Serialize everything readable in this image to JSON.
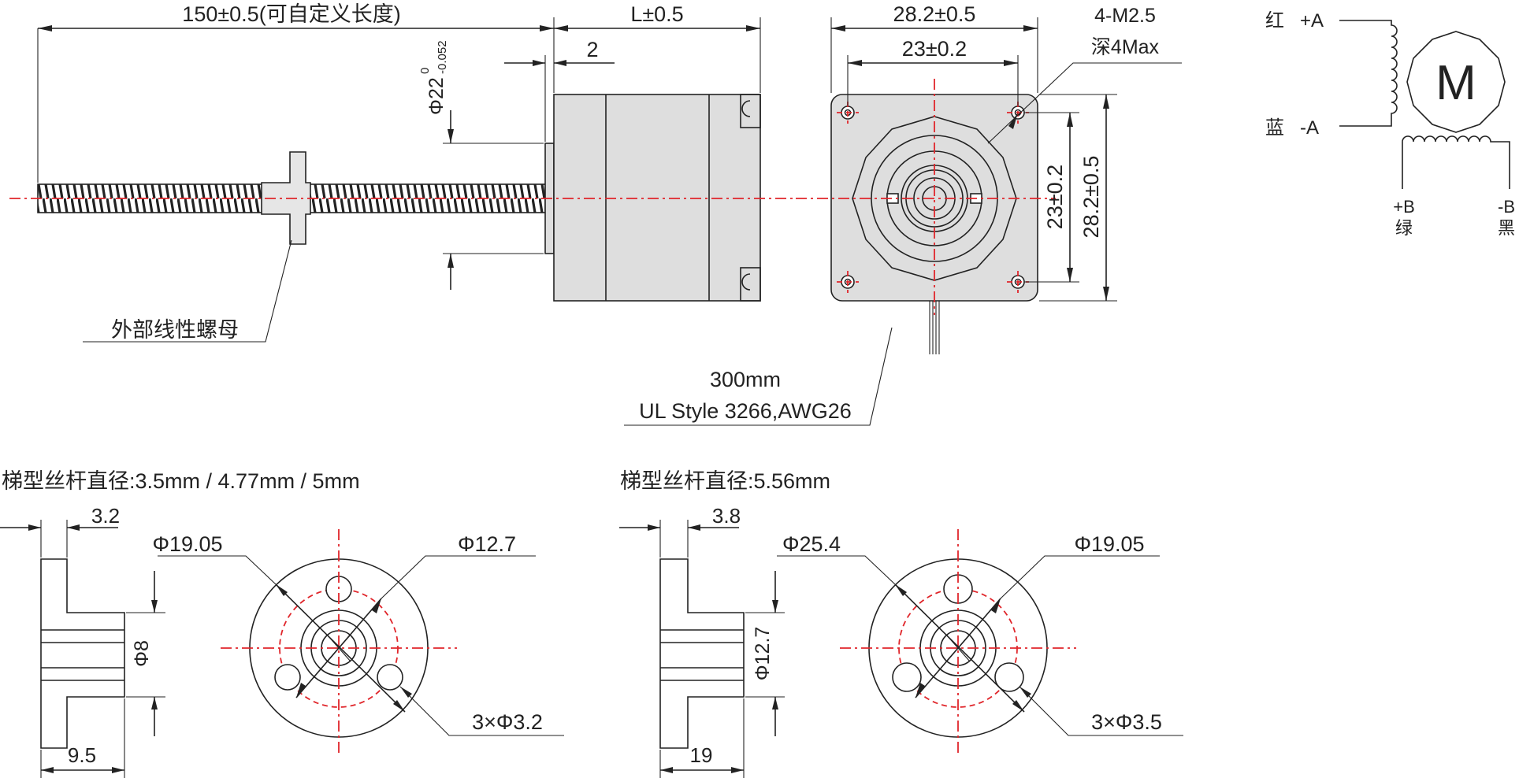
{
  "top_drawing": {
    "dim_total_length": "150±0.5(可自定义长度)",
    "dim_motor_length": "L±0.5",
    "dim_shoulder": "2",
    "dim_boss_dia": "Φ22",
    "dim_boss_tol_upper": "0",
    "dim_boss_tol_lower": "-0.052",
    "label_nut": "外部线性螺母"
  },
  "front_view": {
    "dim_width_outer": "28.2±0.5",
    "dim_width_inner": "23±0.2",
    "dim_height_inner": "23±0.2",
    "dim_height_outer": "28.2±0.5",
    "thread_callout_line1": "4-M2.5",
    "thread_callout_line2": "深4Max",
    "cable_line1": "300mm",
    "cable_line2": "UL Style 3266,AWG26"
  },
  "wiring": {
    "motor_symbol": "M",
    "a_plus_color": "红",
    "a_plus_label": "+A",
    "a_minus_color": "蓝",
    "a_minus_label": "-A",
    "b_plus_label": "+B",
    "b_plus_color": "绿",
    "b_minus_label": "-B",
    "b_minus_color": "黑"
  },
  "nut_small": {
    "caption": "梯型丝杆直径:3.5mm / 4.77mm / 5mm",
    "dim_flange_thk": "3.2",
    "dim_shank_dia": "Φ8",
    "dim_length": "9.5",
    "dim_flange_dia": "Φ19.05",
    "dim_pcd": "Φ12.7",
    "dim_holes": "3×Φ3.2"
  },
  "nut_large": {
    "caption": "梯型丝杆直径:5.56mm",
    "dim_flange_thk": "3.8",
    "dim_shank_dia": "Φ12.7",
    "dim_length": "19",
    "dim_flange_dia": "Φ25.4",
    "dim_pcd": "Φ19.05",
    "dim_holes": "3×Φ3.5"
  }
}
